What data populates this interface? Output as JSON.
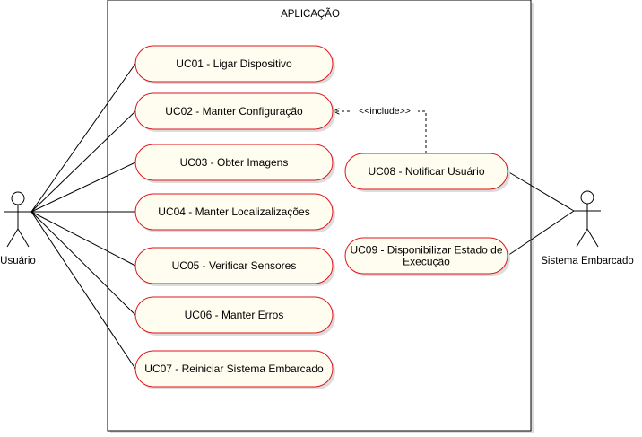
{
  "system": {
    "title": "APLICAÇÃO"
  },
  "actors": {
    "user": {
      "name": "Usuário"
    },
    "embedded": {
      "name": "Sistema Embarcado"
    }
  },
  "use_cases": [
    {
      "id": "uc01",
      "lines": [
        "UC01 - Ligar Dispositivo"
      ]
    },
    {
      "id": "uc02",
      "lines": [
        "UC02 - Manter Configuração"
      ]
    },
    {
      "id": "uc03",
      "lines": [
        "UC03 - Obter Imagens"
      ]
    },
    {
      "id": "uc04",
      "lines": [
        "UC04 - Manter Localizalizações"
      ]
    },
    {
      "id": "uc05",
      "lines": [
        "UC05 - Verificar Sensores"
      ]
    },
    {
      "id": "uc06",
      "lines": [
        "UC06 - Manter Erros"
      ]
    },
    {
      "id": "uc07",
      "lines": [
        "UC07 - Reiniciar Sistema Embarcado"
      ]
    },
    {
      "id": "uc08",
      "lines": [
        "UC08 - Notificar Usuário"
      ]
    },
    {
      "id": "uc09",
      "lines": [
        "UC09 - Disponibilizar Estado de",
        "Execução"
      ]
    }
  ],
  "relations": {
    "include_label": "<<include>>"
  },
  "colors": {
    "uc_fill": "#fffdf0",
    "uc_stroke": "#e0141c",
    "line": "#000000",
    "shadow": "#dcdcdc"
  }
}
